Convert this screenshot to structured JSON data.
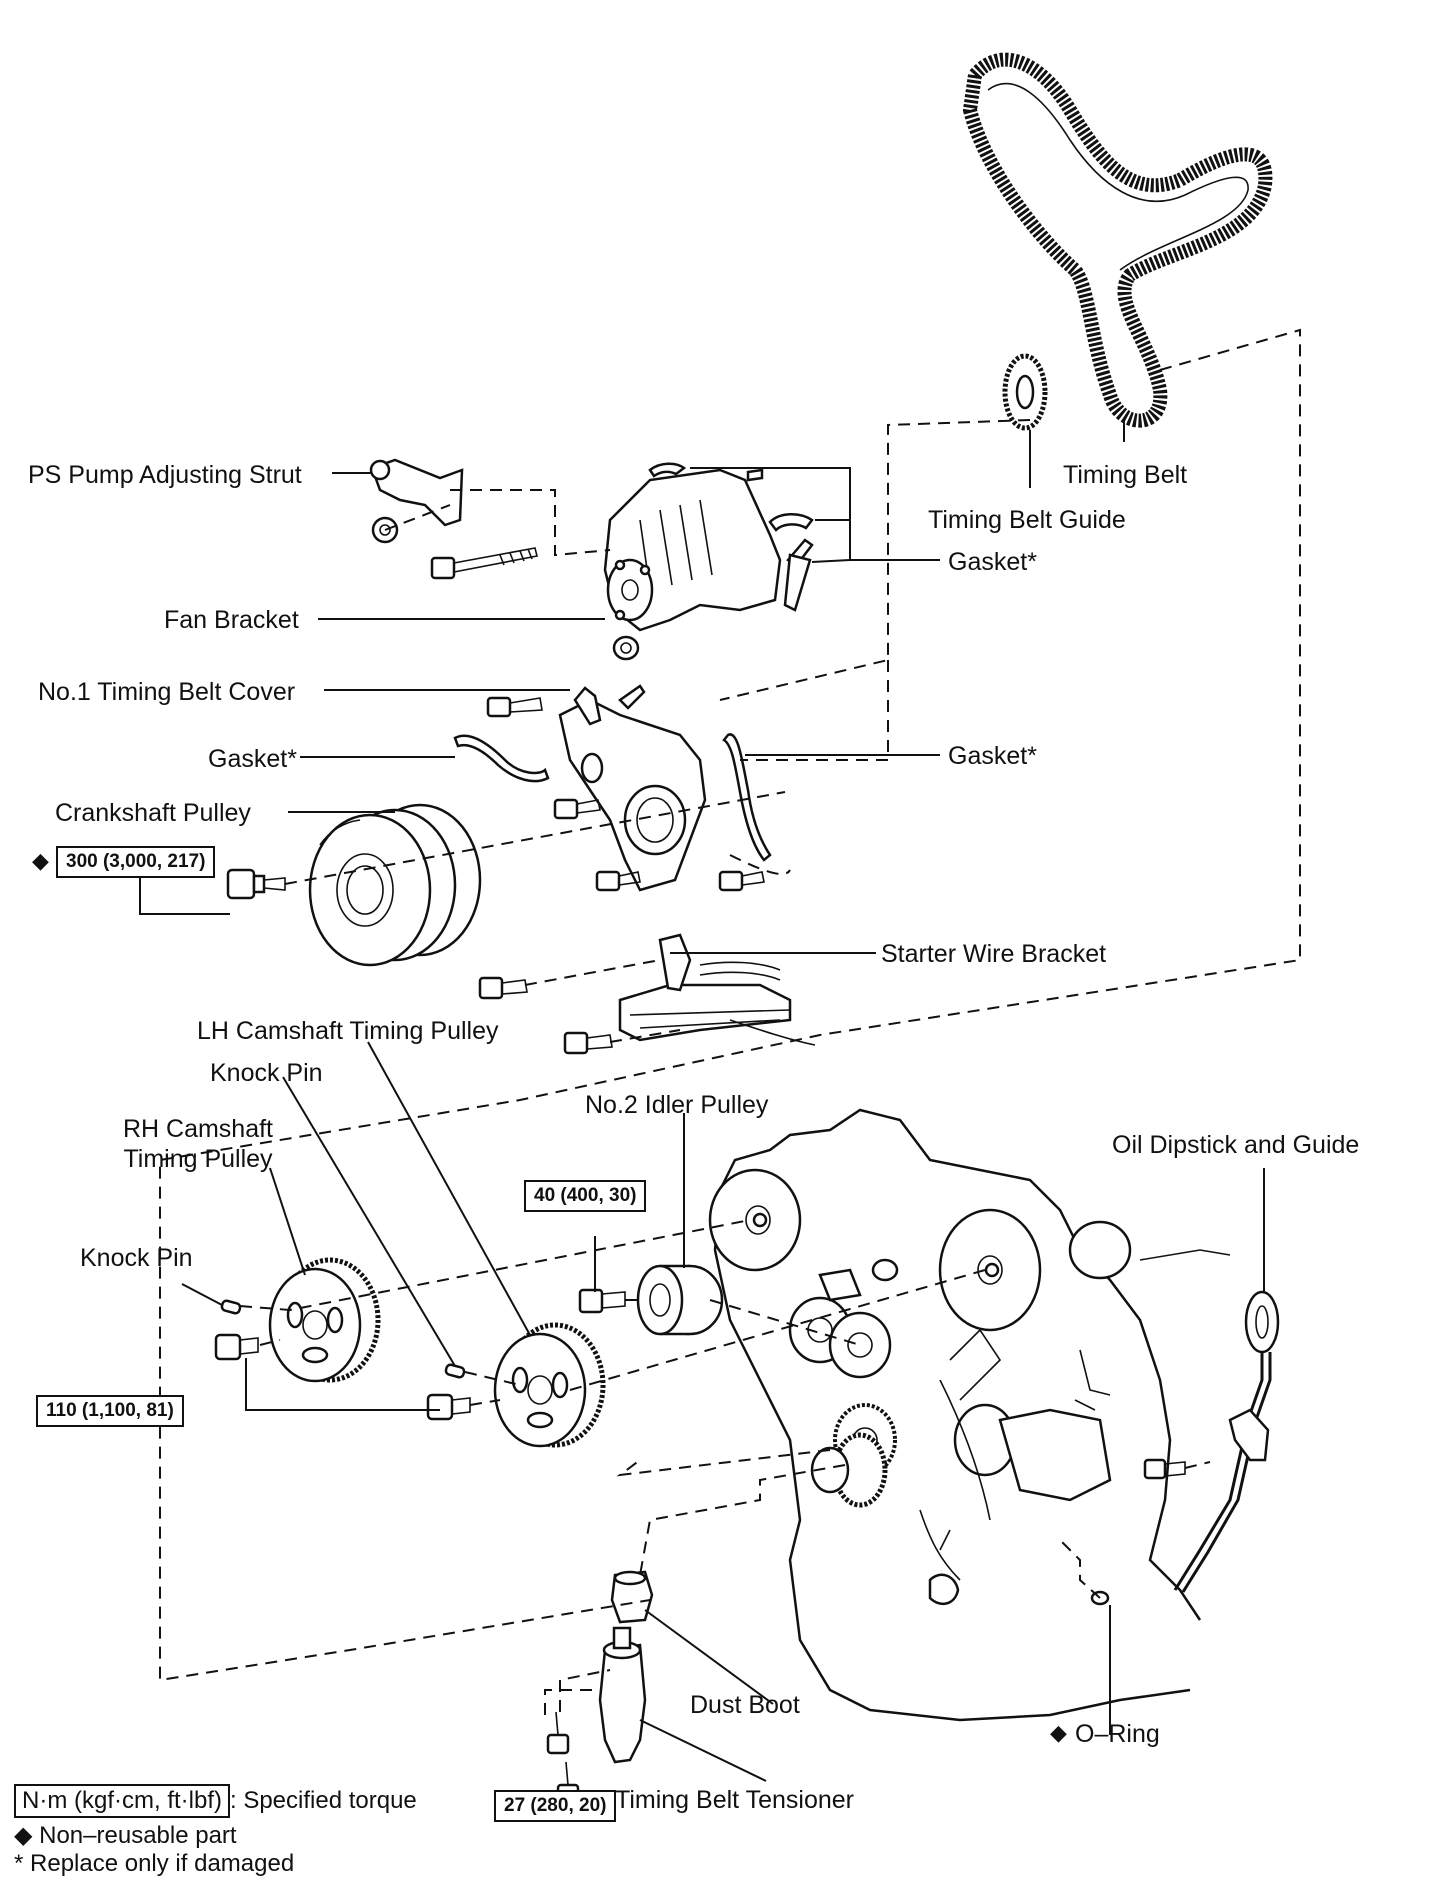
{
  "labels": {
    "timing_belt": "Timing Belt",
    "timing_belt_guide": "Timing Belt Guide",
    "ps_pump_strut": "PS Pump Adjusting Strut",
    "gasket_1": "Gasket*",
    "fan_bracket": "Fan Bracket",
    "no1_cover": "No.1 Timing Belt Cover",
    "gasket_2": "Gasket*",
    "gasket_3": "Gasket*",
    "crankshaft_pulley": "Crankshaft Pulley",
    "starter_wire_bracket": "Starter Wire Bracket",
    "lh_cam_pulley": "LH Camshaft Timing Pulley",
    "knock_pin_1": "Knock Pin",
    "no2_idler": "No.2 Idler Pulley",
    "rh_cam_pulley_1": "RH Camshaft",
    "rh_cam_pulley_2": "Timing Pulley",
    "oil_dipstick": "Oil Dipstick and Guide",
    "knock_pin_2": "Knock Pin",
    "dust_boot": "Dust Boot",
    "o_ring": "O–Ring",
    "tensioner": "Timing Belt Tensioner"
  },
  "torques": {
    "crank_bolt": "300 (3,000, 217)",
    "idler_bolt": "40 (400, 30)",
    "cam_bolts": "110 (1,100, 81)",
    "tensioner_bolts": "27 (280, 20)"
  },
  "symbols": {
    "non_reusable": "◆"
  },
  "legend": {
    "unit_box": "N·m (kgf·cm, ft·lbf)",
    "unit_desc": ": Specified torque",
    "non_reusable": "◆ Non–reusable part",
    "replace_if_damaged": "* Replace only if damaged"
  }
}
